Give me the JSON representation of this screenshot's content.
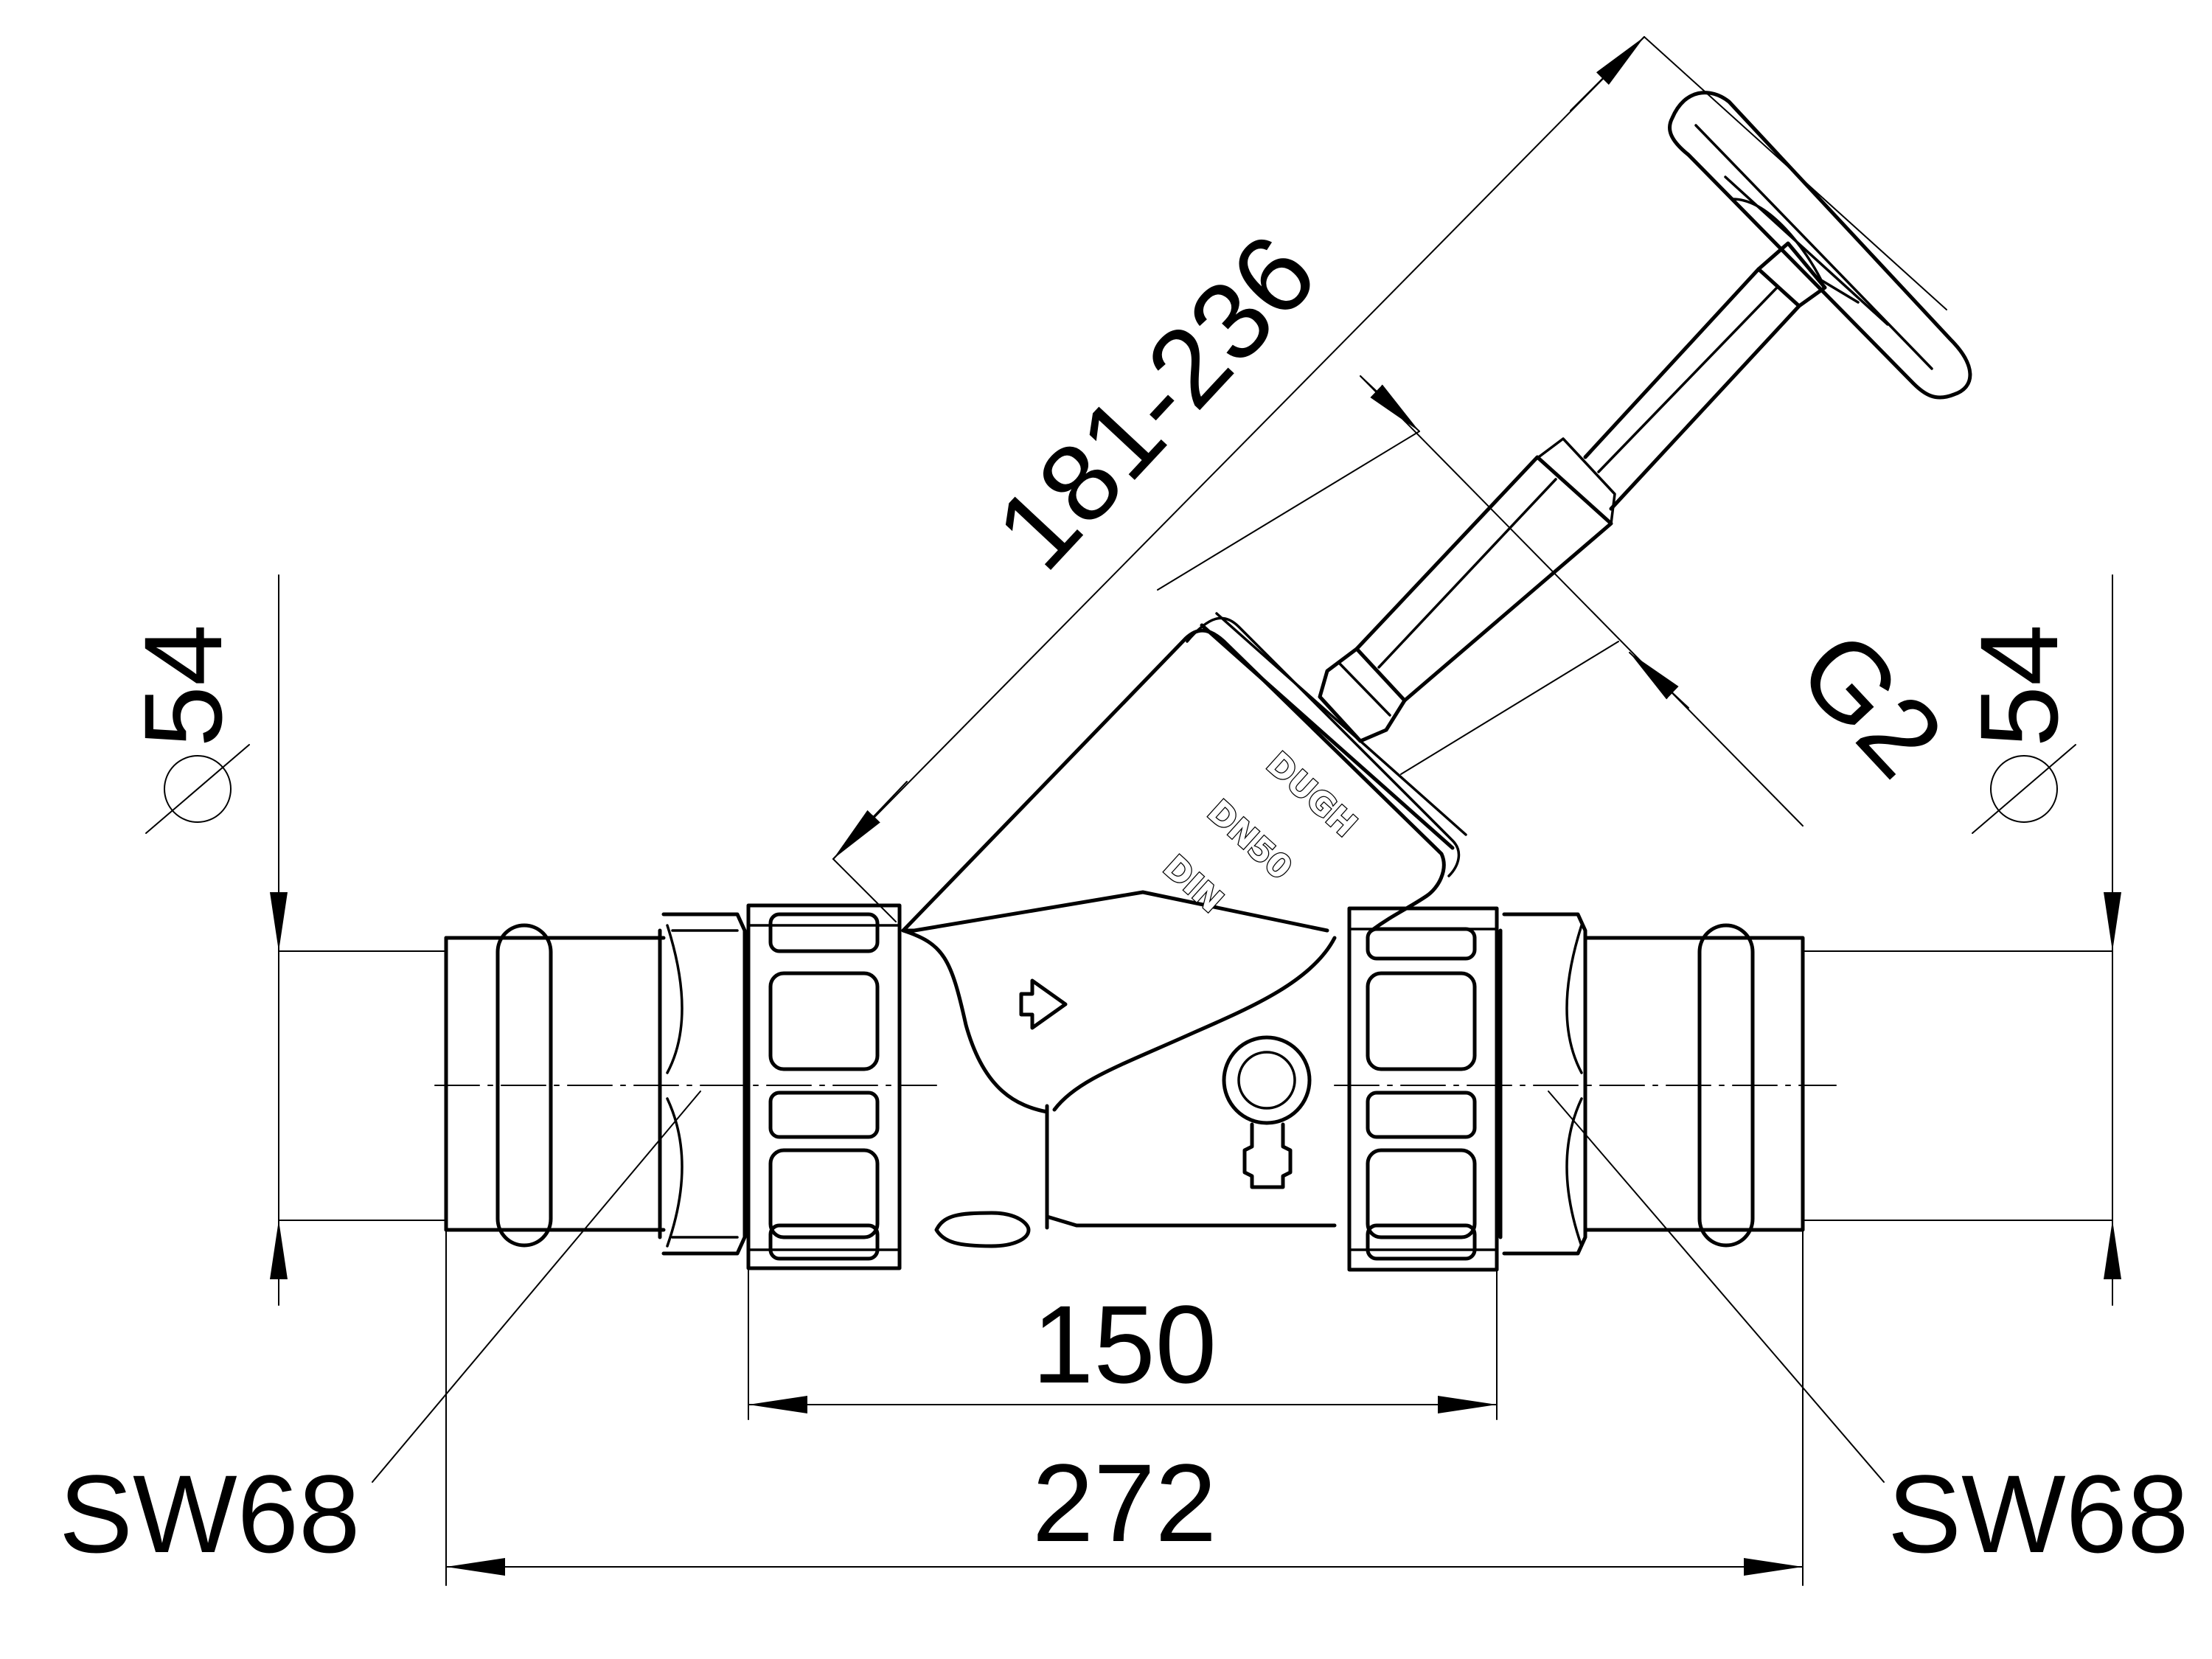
{
  "dimensions": {
    "diameter_left": "54",
    "diameter_right": "54",
    "stroke_length": "181-236",
    "thread_size": "G2",
    "face_to_face": "150",
    "overall_length": "272",
    "wrench_left": "SW68",
    "wrench_right": "SW68"
  },
  "body_marking": {
    "brand": "DUGH",
    "nominal_size": "DN50",
    "standard": "DIN"
  },
  "colors": {
    "line": "#000000",
    "background": "#ffffff"
  }
}
